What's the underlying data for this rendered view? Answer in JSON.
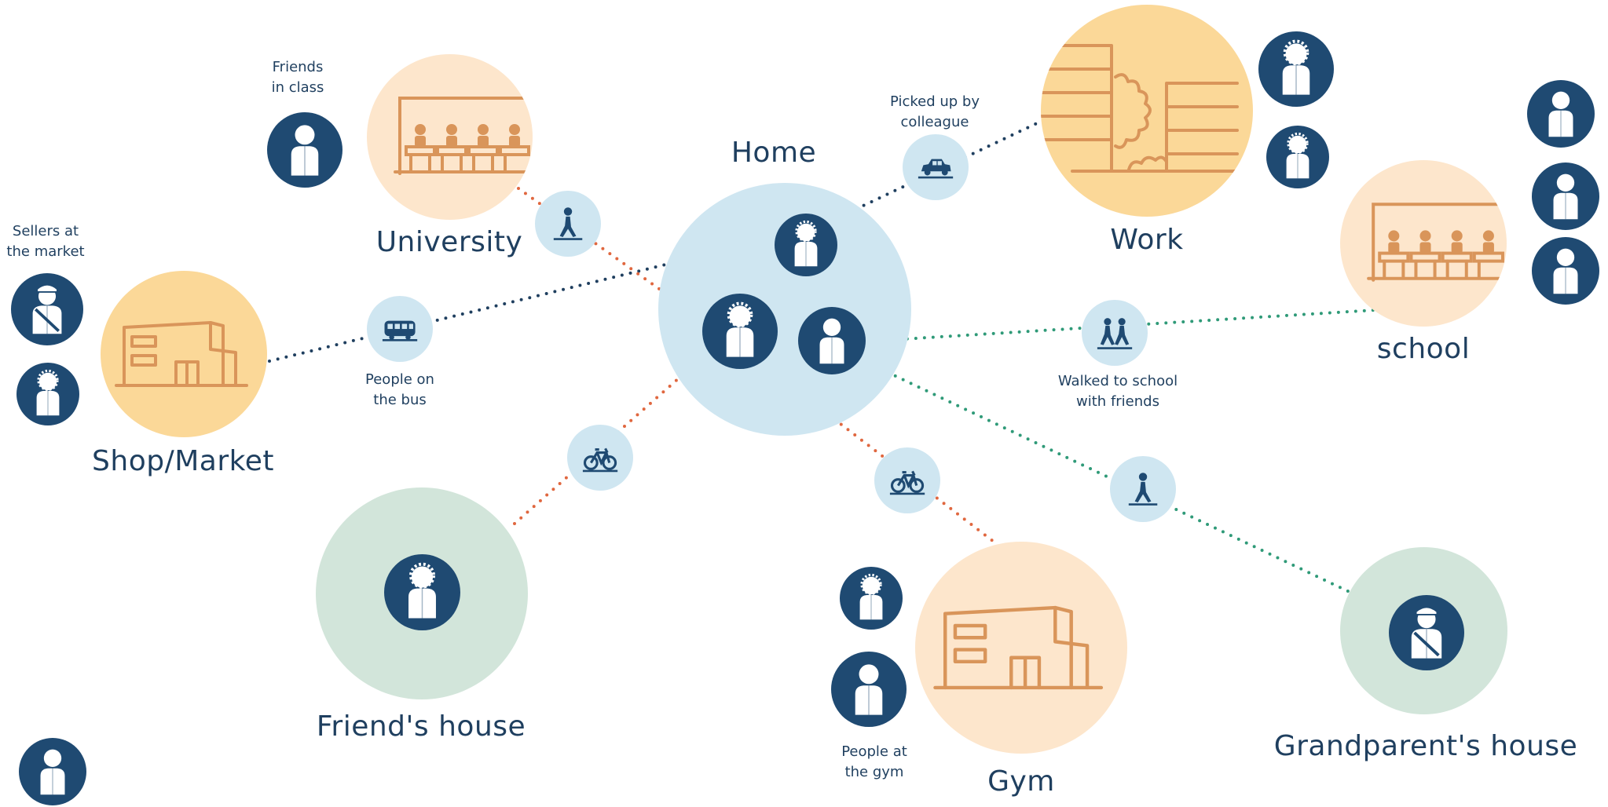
{
  "colors": {
    "navy": "#1f4a72",
    "light_blue": "#cfe6f1",
    "peach": "#fde6cc",
    "orange": "#fbd898",
    "sage": "#d2e5da",
    "line_dark": "#1f3f5f",
    "line_orange": "#e0673f",
    "line_green": "#2f9a78",
    "sketch": "#d9955a"
  },
  "places": {
    "home": {
      "label": "Home",
      "icon": "family-icon"
    },
    "university": {
      "label": "University",
      "icon": "classroom-icon"
    },
    "work": {
      "label": "Work",
      "icon": "office-building-icon"
    },
    "school": {
      "label": "school",
      "icon": "classroom-icon"
    },
    "shop": {
      "label": "Shop/Market",
      "icon": "shop-building-icon"
    },
    "friends_house": {
      "label": "Friend's house",
      "icon": "person-icon"
    },
    "gym": {
      "label": "Gym",
      "icon": "gym-building-icon"
    },
    "grandparents_house": {
      "label": "Grandparent's house",
      "icon": "person-icon"
    }
  },
  "annotations": {
    "friends_in_class": "Friends\nin class",
    "sellers_at_market": "Sellers at\nthe market",
    "people_on_bus": "People on\nthe bus",
    "picked_up_by_colleague": "Picked up by\ncolleague",
    "walked_to_school": "Walked to school\nwith friends",
    "people_at_gym": "People at\nthe gym"
  },
  "transport_modes": {
    "walk_university": "walking-icon",
    "bus": "bus-icon",
    "car": "car-icon",
    "walk_group": "walking-group-icon",
    "bike_friend": "bicycle-icon",
    "bike_gym": "bicycle-icon",
    "walk_grandparent": "walking-icon"
  }
}
